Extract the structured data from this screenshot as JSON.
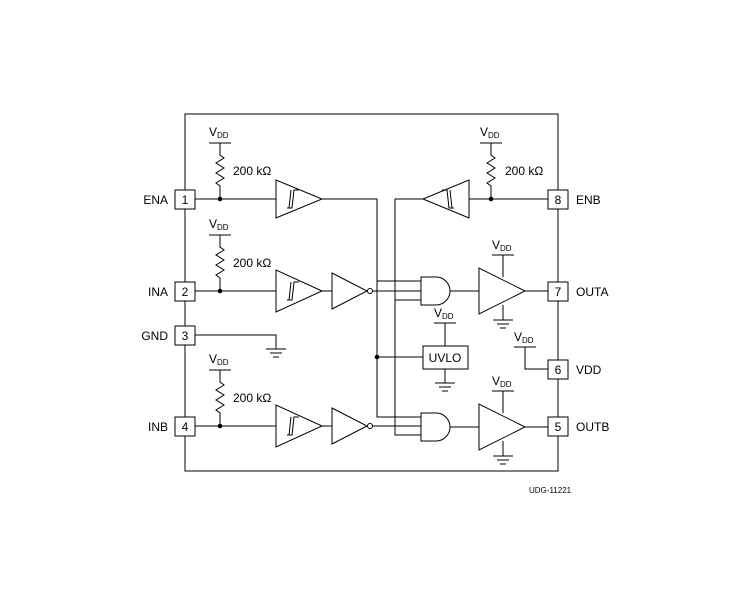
{
  "pins": {
    "p1": {
      "num": "1",
      "name": "ENA"
    },
    "p2": {
      "num": "2",
      "name": "INA"
    },
    "p3": {
      "num": "3",
      "name": "GND"
    },
    "p4": {
      "num": "4",
      "name": "INB"
    },
    "p5": {
      "num": "5",
      "name": "OUTB"
    },
    "p6": {
      "num": "6",
      "name": "VDD"
    },
    "p7": {
      "num": "7",
      "name": "OUTA"
    },
    "p8": {
      "num": "8",
      "name": "ENB"
    }
  },
  "supply": {
    "main": "V",
    "sub": "DD"
  },
  "resistor_value": "200 kΩ",
  "uvlo_label": "UVLO",
  "figure_id": "UDG-11221"
}
